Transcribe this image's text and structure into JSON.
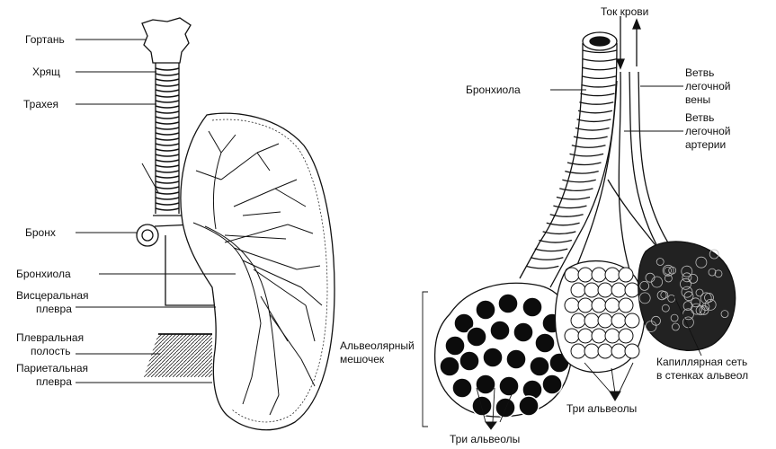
{
  "left_panel": {
    "labels": {
      "larynx": "Гортань",
      "cartilage": "Хрящ",
      "trachea": "Трахея",
      "bronchus": "Бронх",
      "bronchiole": "Бронхиола",
      "visceral_pleura_1": "Висцеральная",
      "visceral_pleura_2": "плевра",
      "pleural_cavity_1": "Плевральная",
      "pleural_cavity_2": "полость",
      "parietal_pleura_1": "Париетальная",
      "parietal_pleura_2": "плевра"
    }
  },
  "right_panel": {
    "labels": {
      "blood_flow": "Ток крови",
      "bronchiole": "Бронхиола",
      "vein_1": "Ветвь",
      "vein_2": "легочной",
      "vein_3": "вены",
      "artery_1": "Ветвь",
      "artery_2": "легочной",
      "artery_3": "артерии",
      "sac_1": "Альвеолярный",
      "sac_2": "мешочек",
      "capillary_1": "Капиллярная сеть",
      "capillary_2": "в стенках альвеол",
      "three_alveoli_a": "Три альвеолы",
      "three_alveoli_b": "Три альвеолы"
    }
  }
}
